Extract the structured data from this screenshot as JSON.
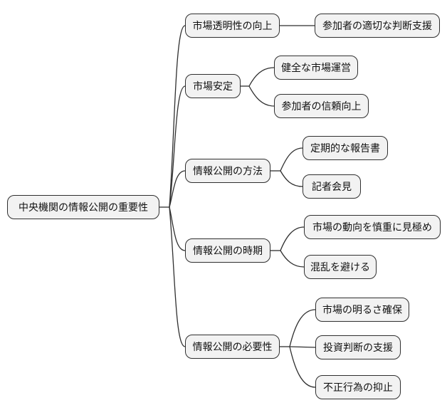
{
  "diagram": {
    "type": "mindmap",
    "root": {
      "label": "中央機関の情報公開の重要性"
    },
    "branches": [
      {
        "label": "市場透明性の向上",
        "children": [
          {
            "label": "参加者の適切な判断支援"
          }
        ]
      },
      {
        "label": "市場安定",
        "children": [
          {
            "label": "健全な市場運営"
          },
          {
            "label": "参加者の信頼向上"
          }
        ]
      },
      {
        "label": "情報公開の方法",
        "children": [
          {
            "label": "定期的な報告書"
          },
          {
            "label": "記者会見"
          }
        ]
      },
      {
        "label": "情報公開の時期",
        "children": [
          {
            "label": "市場の動向を慎重に見極め"
          },
          {
            "label": "混乱を避ける"
          }
        ]
      },
      {
        "label": "情報公開の必要性",
        "children": [
          {
            "label": "市場の明るさ確保"
          },
          {
            "label": "投資判断の支援"
          },
          {
            "label": "不正行為の抑止"
          }
        ]
      }
    ],
    "style": {
      "background": "#ffffff",
      "node_fill": "#f2f2f2",
      "node_border": "#2f2f2f",
      "edge_color": "#2f2f2f",
      "text_color": "#111111"
    }
  }
}
